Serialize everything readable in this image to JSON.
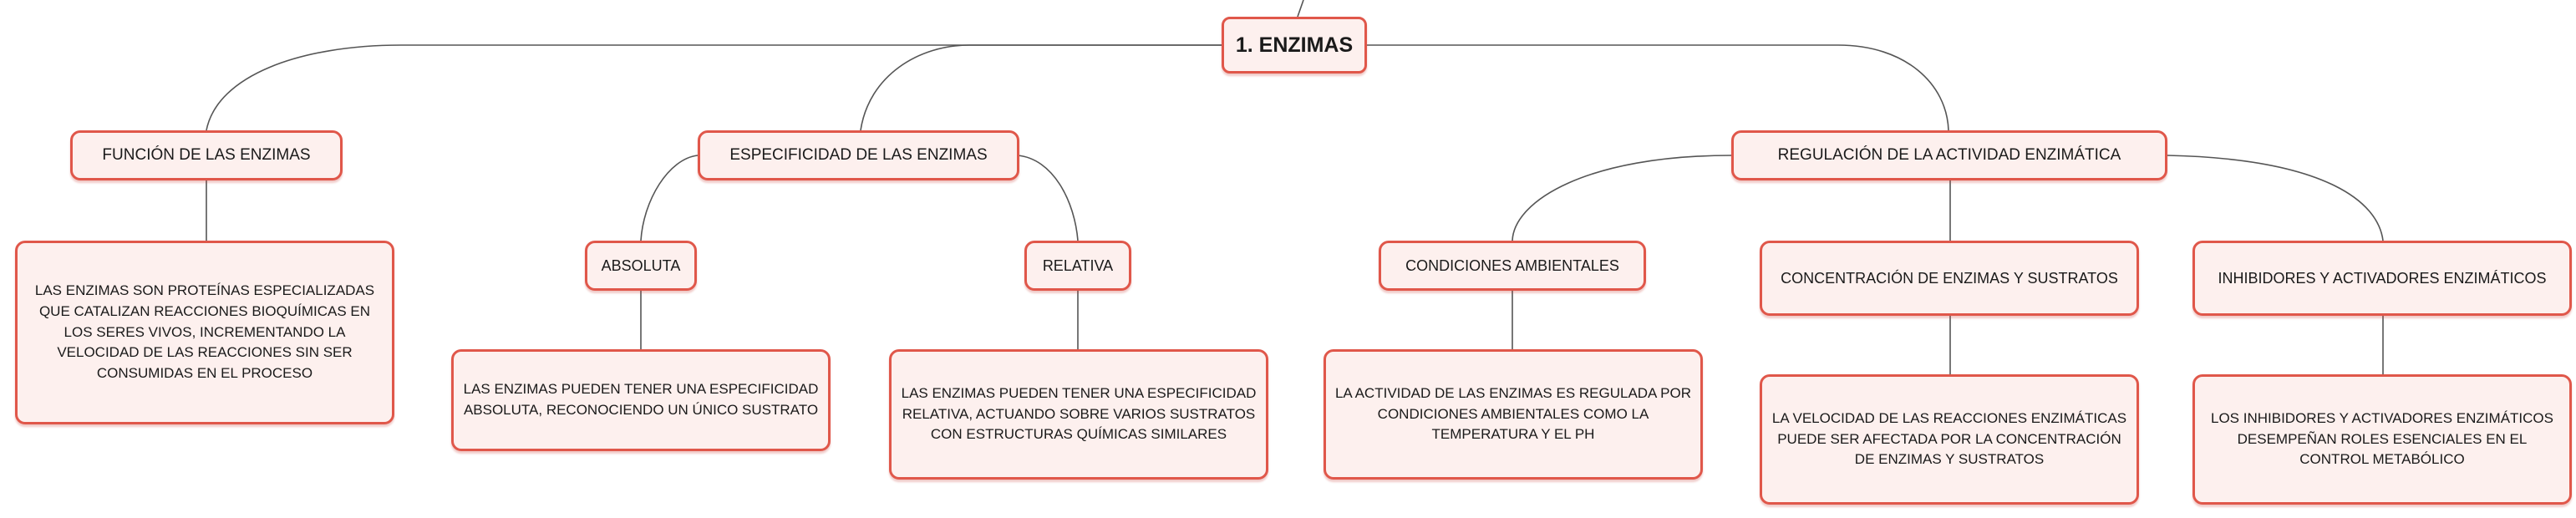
{
  "root": "1. ENZIMAS",
  "funcion": {
    "title": "FUNCIÓN DE LAS ENZIMAS",
    "text": "LAS ENZIMAS SON PROTEÍNAS ESPECIALIZADAS QUE CATALIZAN REACCIONES BIOQUÍMICAS EN LOS SERES VIVOS, INCREMENTANDO LA VELOCIDAD DE LAS REACCIONES SIN SER CONSUMIDAS EN EL PROCESO"
  },
  "especificidad": {
    "title": "ESPECIFICIDAD DE LAS ENZIMAS",
    "absoluta": {
      "title": "ABSOLUTA",
      "text": "LAS ENZIMAS PUEDEN TENER UNA ESPECIFICIDAD ABSOLUTA, RECONOCIENDO UN ÚNICO SUSTRATO"
    },
    "relativa": {
      "title": "RELATIVA",
      "text": "LAS ENZIMAS PUEDEN TENER UNA ESPECIFICIDAD RELATIVA, ACTUANDO SOBRE VARIOS SUSTRATOS CON ESTRUCTURAS QUÍMICAS SIMILARES"
    }
  },
  "regulacion": {
    "title": "REGULACIÓN DE LA ACTIVIDAD ENZIMÁTICA",
    "condiciones": {
      "title": "CONDICIONES AMBIENTALES",
      "text": "LA ACTIVIDAD DE LAS ENZIMAS ES REGULADA POR CONDICIONES AMBIENTALES COMO LA TEMPERATURA Y EL PH"
    },
    "concentracion": {
      "title": "CONCENTRACIÓN DE ENZIMAS Y SUSTRATOS",
      "text": "LA VELOCIDAD DE LAS REACCIONES ENZIMÁTICAS PUEDE SER AFECTADA POR LA CONCENTRACIÓN DE ENZIMAS Y SUSTRATOS"
    },
    "inhibidores": {
      "title": "INHIBIDORES Y ACTIVADORES ENZIMÁTICOS",
      "text": "LOS INHIBIDORES Y ACTIVADORES ENZIMÁTICOS DESEMPEÑAN ROLES ESENCIALES EN EL CONTROL METABÓLICO"
    }
  },
  "colors": {
    "border": "#e0574a",
    "fill": "#fdf0ee",
    "line": "#555555"
  }
}
